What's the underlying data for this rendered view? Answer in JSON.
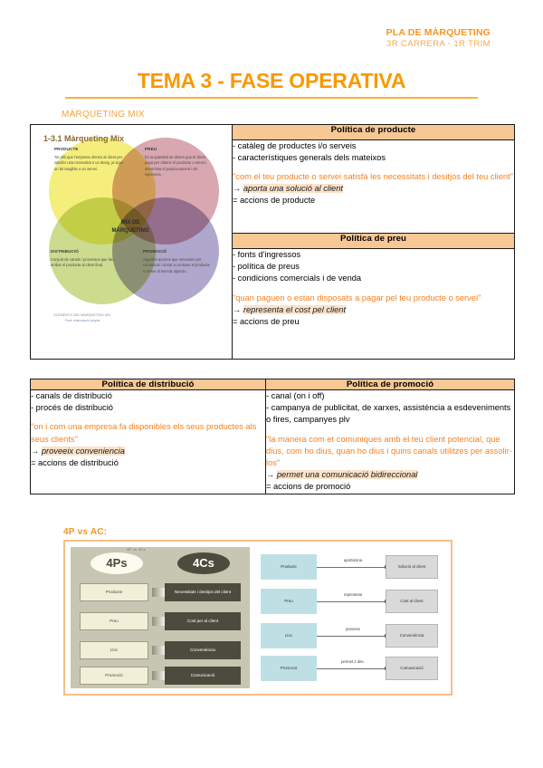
{
  "header": {
    "org_line": "PLA DE MÀRQUETING",
    "sub_line": "3R CARRERA - 1R TRIM",
    "title": "TEMA 3 - FASE OPERATIVA",
    "accent_color": "#FA9800",
    "accent_color_soft": "#F9A84A"
  },
  "sections": {
    "marketing_mix_caption": "MÀRQUETING MIX",
    "four_p_caption": "4P vs AC:"
  },
  "venn": {
    "title": "1-3.1 Màrqueting Mix",
    "center_line1": "MIX DE",
    "center_line2": "MÀRQUETING",
    "quadrants": [
      {
        "label": "PRODUCTE",
        "body": "Tot allò que l'empresa ofereix al client per satisfer una necessitat o un desig, ja sigui un bé tangible o un servei.",
        "color": "#F5EE7D"
      },
      {
        "label": "PREU",
        "body": "És la quantitat de diners que el client paga per obtenir el producte o servei; determina el posicionament i els ingressos.",
        "color": "#D8A7B0"
      },
      {
        "label": "DISTRIBUCIÓ",
        "body": "Conjunt de canals i processos que fan arribar el producte al client final.",
        "color": "#CBDC8E"
      },
      {
        "label": "PROMOCIÓ",
        "body": "Aquelles accions que serveixen per comunicar i donar a conèixer el producte o servei al mercat objectiu.",
        "color": "#B0A7CC"
      }
    ],
    "footnote_line1": "ELEMENTS DEL MÀRQUETING MIX",
    "footnote_line2": "Font: elaboració pròpia"
  },
  "tables": {
    "policies_top": [
      {
        "header": "Política de producte",
        "bullets": [
          "- catàleg de productes i/o serveis",
          "- característiques generals dels mateixos"
        ],
        "quote": "\"com el teu producte o servei satisfà les necessitats i desitjos del teu client\"",
        "arrow_prefix": "→ ",
        "arrow_highlight": "aporta una solució al client",
        "conclusion": "= accions de producte"
      },
      {
        "header": "Política de preu",
        "bullets": [
          "- fonts d'ingressos",
          "- política de preus",
          "- condicions comercials i de venda"
        ],
        "quote": "\"quan paguen o estan disposats a pagar pel teu producte o servei\"",
        "arrow_prefix": "→ ",
        "arrow_highlight": "representa el cost pel client",
        "conclusion": "= accions de preu"
      }
    ],
    "policies_bottom": [
      {
        "header": "Política de distribució",
        "bullets": [
          "- canals de distribució",
          "- procés de distribució"
        ],
        "quote": "\"on i com una empresa fa disponibles els seus productes als seus clients\"",
        "arrow_prefix": "→ ",
        "arrow_highlight": "proveeix conveniencia",
        "conclusion": "= accions de distribució"
      },
      {
        "header": "Política de promoció",
        "bullets": [
          "- canal (on i off)",
          "- campanya de publicitat, de xarxes, assistència a esdeveniments o fires, campanyes plv"
        ],
        "quote": "\"la manera com et comuniques amb el teu client potencial, que dius, com ho dius, quan ho dius i quins canals utilitzes per assolir-los\"",
        "arrow_prefix": "→ ",
        "arrow_highlight": "permet una comunicació bidireccional",
        "conclusion": "= accions de promoció"
      }
    ],
    "header_bg": "#F7C794"
  },
  "figure_4p": {
    "tiny_top_label": "4P vs 4Cs",
    "left_panel": {
      "pill_p": "4Ps",
      "pill_c": "4Cs",
      "p_boxes": [
        "Producte",
        "Preu",
        "Lloc",
        "Promoció"
      ],
      "c_boxes": [
        "Necessitats i desitjos del client",
        "Cost per al client",
        "Conveniència",
        "Comunicació"
      ]
    },
    "right_panel": {
      "source_boxes": [
        "Producte",
        "Preu",
        "Lloc",
        "Promoció"
      ],
      "connector_labels": [
        "aporta/ona",
        "representa",
        "proveeix",
        "permet 2 dire."
      ],
      "target_boxes": [
        "Solució al client",
        "Cost al client",
        "Conveniència",
        "Comunicació"
      ]
    },
    "border_color": "#F4C08A"
  }
}
